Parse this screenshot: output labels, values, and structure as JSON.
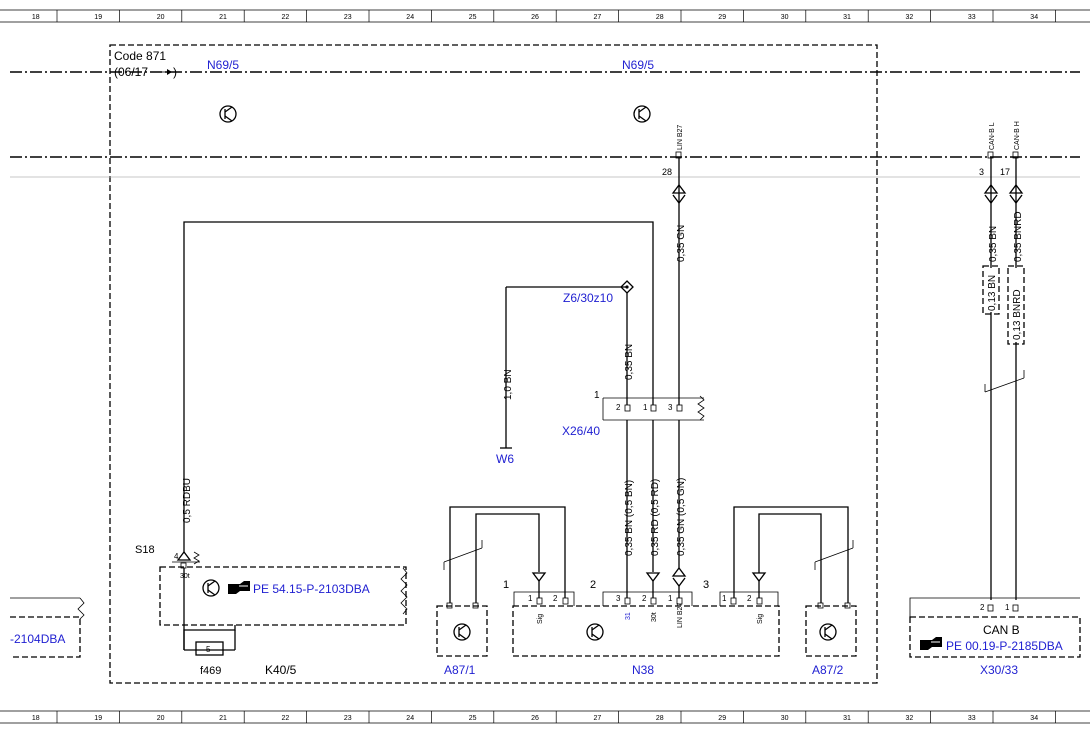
{
  "ruler": {
    "columns": [
      "18",
      "19",
      "20",
      "21",
      "22",
      "23",
      "24",
      "25",
      "26",
      "27",
      "28",
      "29",
      "30",
      "31",
      "32",
      "33",
      "34"
    ]
  },
  "zone": {
    "code_label": "Code 871",
    "date_label": "(06/17"
  },
  "components": {
    "n69_5_left": "N69/5",
    "n69_5_right": "N69/5",
    "z6": "Z6/30z10",
    "x26_40": "X26/40",
    "w6": "W6",
    "s18": "S18",
    "k40_5": "K40/5",
    "f469": "f469",
    "fuse_number": "5",
    "a87_1": "A87/1",
    "n38": "N38",
    "a87_2": "A87/2",
    "x30_33": "X30/33",
    "can_b": "CAN B"
  },
  "references": {
    "pe_2103": "PE 54.15-P-2103DBA",
    "pe_2104": "-2104DBA",
    "pe_2185": "PE 00.19-P-2185DBA"
  },
  "wires": {
    "w_035gn_top": "0,35 GN",
    "w_035bn_z6": "0,35 BN",
    "w_10bn": "1,0 BN",
    "w_05rdbu": "0,5 RDBU",
    "w_bn_n38": "0,35 BN (0,5 BN)",
    "w_rd_n38": "0,35 RD (0,5 RD)",
    "w_gn_n38": "0,35 GN (0,5 GN)",
    "w_035bn_can": "0,35 BN",
    "w_035bnrd_can": "0,35 BNRD",
    "w_013bn": "0,13 BN",
    "w_013bnrd": "0,13 BNRD"
  },
  "pins": {
    "lin_b27_top": "LIN B27",
    "can_bl": "CAN-B L",
    "can_bh": "CAN-B H",
    "p28": "28",
    "p3": "3",
    "p17": "17",
    "x26_1": "1",
    "x26_2": "2",
    "x26_1b": "1",
    "x26_3": "3",
    "s18_4": "4",
    "s18_30t": "30t",
    "n38_group1": "1",
    "n38_group2": "2",
    "n38_group3": "3",
    "n38_g1_p1": "1",
    "n38_g1_p2": "2",
    "n38_g1_sig": "Sig",
    "n38_g2_p3": "3",
    "n38_g2_p2": "2",
    "n38_g2_p1": "1",
    "n38_g2_31": "31",
    "n38_g2_30t": "30t",
    "n38_g2_lin": "LIN B27",
    "n38_g3_p1": "1",
    "n38_g3_p2": "2",
    "n38_g3_sig": "Sig",
    "x30_p2": "2",
    "x30_p1": "1"
  }
}
